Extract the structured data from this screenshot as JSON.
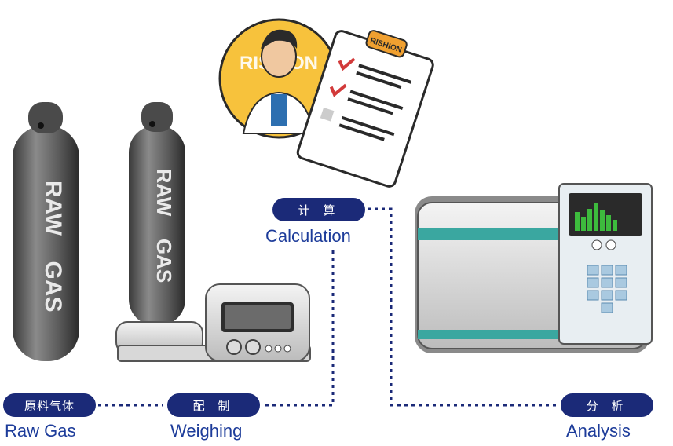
{
  "steps": [
    {
      "cn": "原料气体",
      "en": "Raw Gas"
    },
    {
      "cn": "配 制",
      "en": "Weighing"
    },
    {
      "cn": "计 算",
      "en": "Calculation"
    },
    {
      "cn": "分 析",
      "en": "Analysis"
    }
  ],
  "cylinder_text": [
    "RAW",
    "GAS"
  ],
  "badge_text": "RISHION",
  "colors": {
    "pill": "#1b2a78",
    "label": "#1d3c9a",
    "accent": "#3aa7a0",
    "bars": "#3dbb3d"
  }
}
